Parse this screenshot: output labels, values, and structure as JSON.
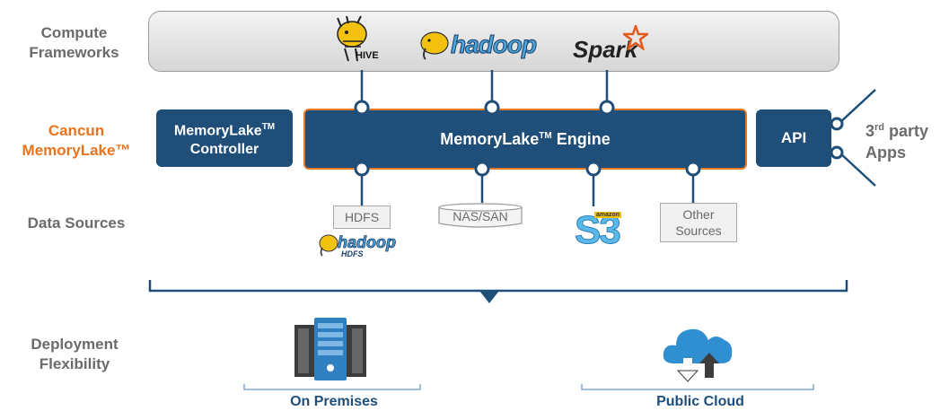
{
  "rows": {
    "compute": [
      "Compute",
      "Frameworks"
    ],
    "memorylake": [
      "Cancun",
      "MemoryLake™"
    ],
    "sources": "Data Sources",
    "deployment": [
      "Deployment",
      "Flexibility"
    ]
  },
  "frameworks": {
    "hive": "HIVE",
    "hadoop": "hadoop",
    "spark": "Spark"
  },
  "boxes": {
    "controller_line1": "MemoryLake",
    "controller_tm": "TM",
    "controller_line2": "Controller",
    "engine_name": "MemoryLake",
    "engine_tm": "TM",
    "engine_suffix": " Engine",
    "api": "API"
  },
  "third_party": {
    "num": "3",
    "sup": "rd",
    "line1_rest": " party",
    "line2": "Apps"
  },
  "sources": {
    "hdfs": "HDFS",
    "hadoop_logo": "hadoop",
    "hadoop_logo_sub": "HDFS",
    "nas": "NAS/SAN",
    "s3": "S3",
    "s3_tag": "amazon",
    "other": [
      "Other",
      "Sources"
    ]
  },
  "deployment": {
    "on_prem": "On Premises",
    "cloud": "Public Cloud"
  },
  "colors": {
    "navy": "#1f4e79",
    "orange": "#e8731d",
    "gray_text": "#6b6b6b",
    "cloud_blue": "#2f8fd0",
    "yellow_logo": "#f2c20f"
  }
}
